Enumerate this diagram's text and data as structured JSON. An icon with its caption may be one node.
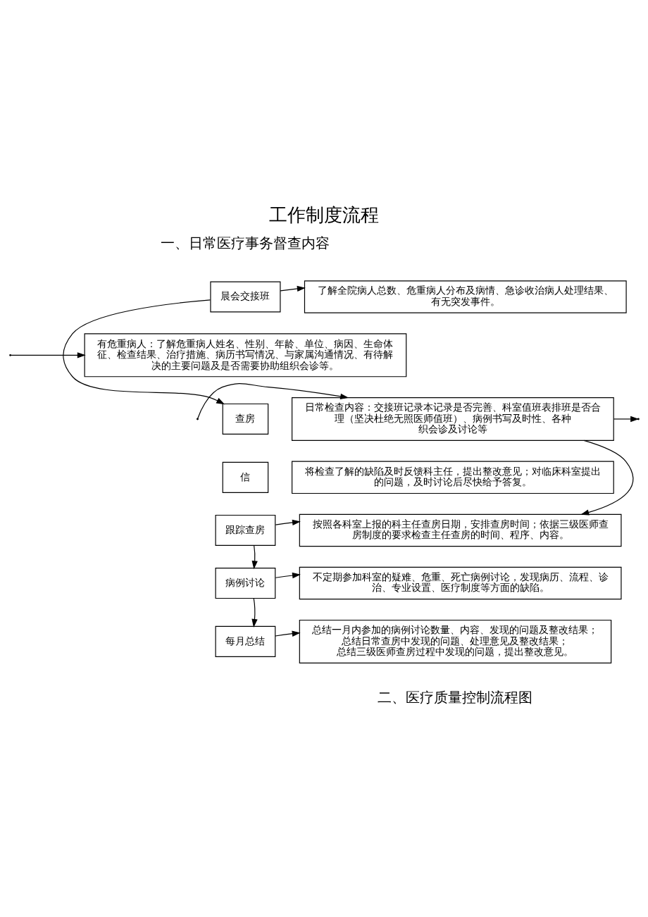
{
  "diagram": {
    "title": "工作制度流程",
    "nodes": [
      {
        "text": [
          "晨会交接班"
        ]
      },
      {
        "text": [
          "了解全院病人总数、危重病人分布及病情、急诊收治病人处理结果、有无突发事件。"
        ]
      },
      {
        "text": [
          "有危重病人：了解危重病人姓名、性别、年龄、单位、病因、生命体征、检查结果、治疗措施、病历书写情况、与家属沟通情况、有待解决的主要问题及是否需要协助组织会诊等。"
        ]
      },
      {
        "text": [
          "查房"
        ]
      },
      {
        "text": [
          "日常检查内容：交接班记录本记录是否完善、科室值班表排班是否合理（坚决杜绝无照医师值班）、病例书写及时性、各种",
          "织会诊及讨论等"
        ]
      },
      {
        "text": [
          "信"
        ]
      },
      {
        "text": [
          "将检查了解的缺陷及时反馈科主任，提出整改意见；对临床科室提出的问题，及时讨论后尽快给予答复。"
        ]
      },
      {
        "text": [
          "跟踪查房"
        ]
      },
      {
        "text": [
          "按照各科室上报的科主任查房日期，安排查房时间；依据三级医师查房制度的要求检查主任查房的时间、程序、内容。"
        ]
      },
      {
        "text": [
          "病例讨论"
        ]
      },
      {
        "text": [
          "不定期参加科室的疑难、危重、死亡病例讨论，发现病历、流程、诊治、专业设置、医疗制度等方面的缺陷。"
        ]
      },
      {
        "text": [
          "每月总结"
        ]
      },
      {
        "text": [
          "总结一月内参加的病例讨论数量、内容、发现的问题及整改结果；",
          "总结日常查房中发现的问题、处理意见及整改结果；",
          "总结三级医师查房过程中发现的问题，提出整改意见。"
        ]
      }
    ],
    "edges": [
      {
        "from": 0,
        "to": 1,
        "arrow": "to"
      },
      {
        "from": null,
        "to": 2,
        "arrow": "to"
      },
      {
        "from": 0,
        "to": 3,
        "arrow": "to"
      },
      {
        "from": null,
        "to": 4,
        "arrow": "to"
      },
      {
        "from": 4,
        "to": null,
        "arrow": "to"
      },
      {
        "from": 4,
        "to": 8,
        "arrow": "to"
      },
      {
        "from": 7,
        "to": 8,
        "arrow": "to"
      },
      {
        "from": 7,
        "to": 9,
        "arrow": "to"
      },
      {
        "from": 9,
        "to": 10,
        "arrow": "to"
      },
      {
        "from": 9,
        "to": 11,
        "arrow": "to"
      },
      {
        "from": 11,
        "to": 12,
        "arrow": "to"
      }
    ],
    "labels": [
      "一、日常医疗事务督查内容",
      "二、医疗质量控制流程图"
    ]
  }
}
